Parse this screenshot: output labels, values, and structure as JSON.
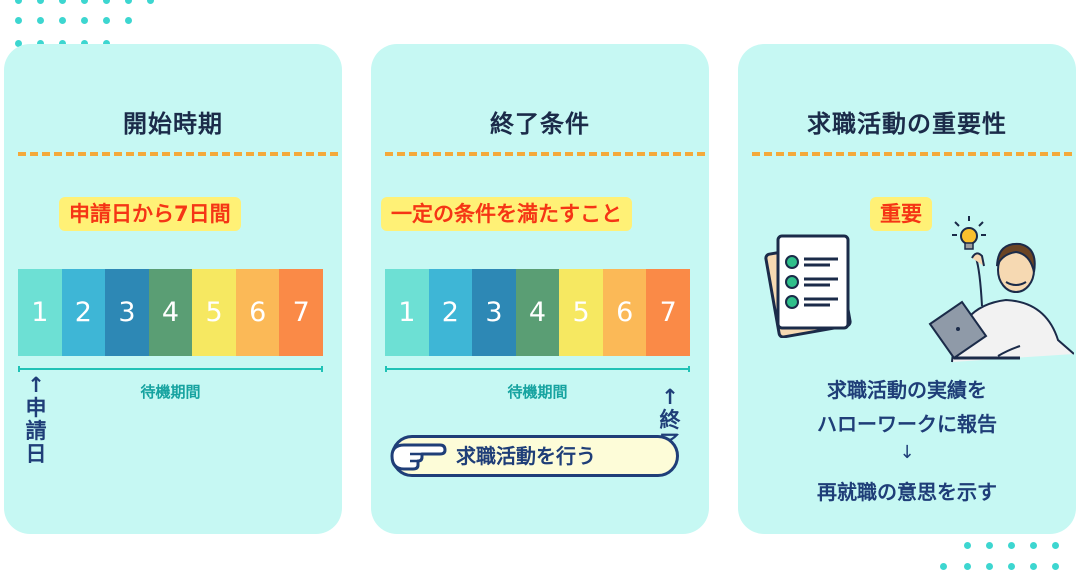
{
  "cards": [
    {
      "title": "開始時期",
      "highlight": "申請日から7日間",
      "blocks": [
        "1",
        "2",
        "3",
        "4",
        "5",
        "6",
        "7"
      ],
      "wait_label": "待機期間",
      "marker_arrow": "↑",
      "marker_chars": [
        "申",
        "請",
        "日"
      ]
    },
    {
      "title": "終了条件",
      "highlight": "一定の条件を満たすこと",
      "blocks": [
        "1",
        "2",
        "3",
        "4",
        "5",
        "6",
        "7"
      ],
      "wait_label": "待機期間",
      "marker_arrow": "↑",
      "marker_chars": [
        "終",
        "了"
      ],
      "action": "求職活動を行う"
    },
    {
      "title": "求職活動の重要性",
      "highlight": "重要",
      "line1": "求職活動の実績を",
      "line2": "ハローワークに報告",
      "arrow": "↓",
      "line3": "再就職の意思を示す"
    }
  ],
  "icons": [
    "hand-pointing-icon",
    "checklist-icon",
    "lightbulb-icon",
    "person-laptop-icon"
  ],
  "colors": {
    "card_bg": "#c6f8f3",
    "title": "#1b2b49",
    "divider": "#f4a93a",
    "highlight_bg": "#fff176",
    "highlight_text": "#f53515",
    "text_navy": "#1f3e78",
    "teal": "#16a3a0",
    "block_colors": [
      "#6de0d4",
      "#3eb6d6",
      "#2d88b5",
      "#5a9e74",
      "#f6e861",
      "#fbb957",
      "#fa8a47"
    ]
  }
}
